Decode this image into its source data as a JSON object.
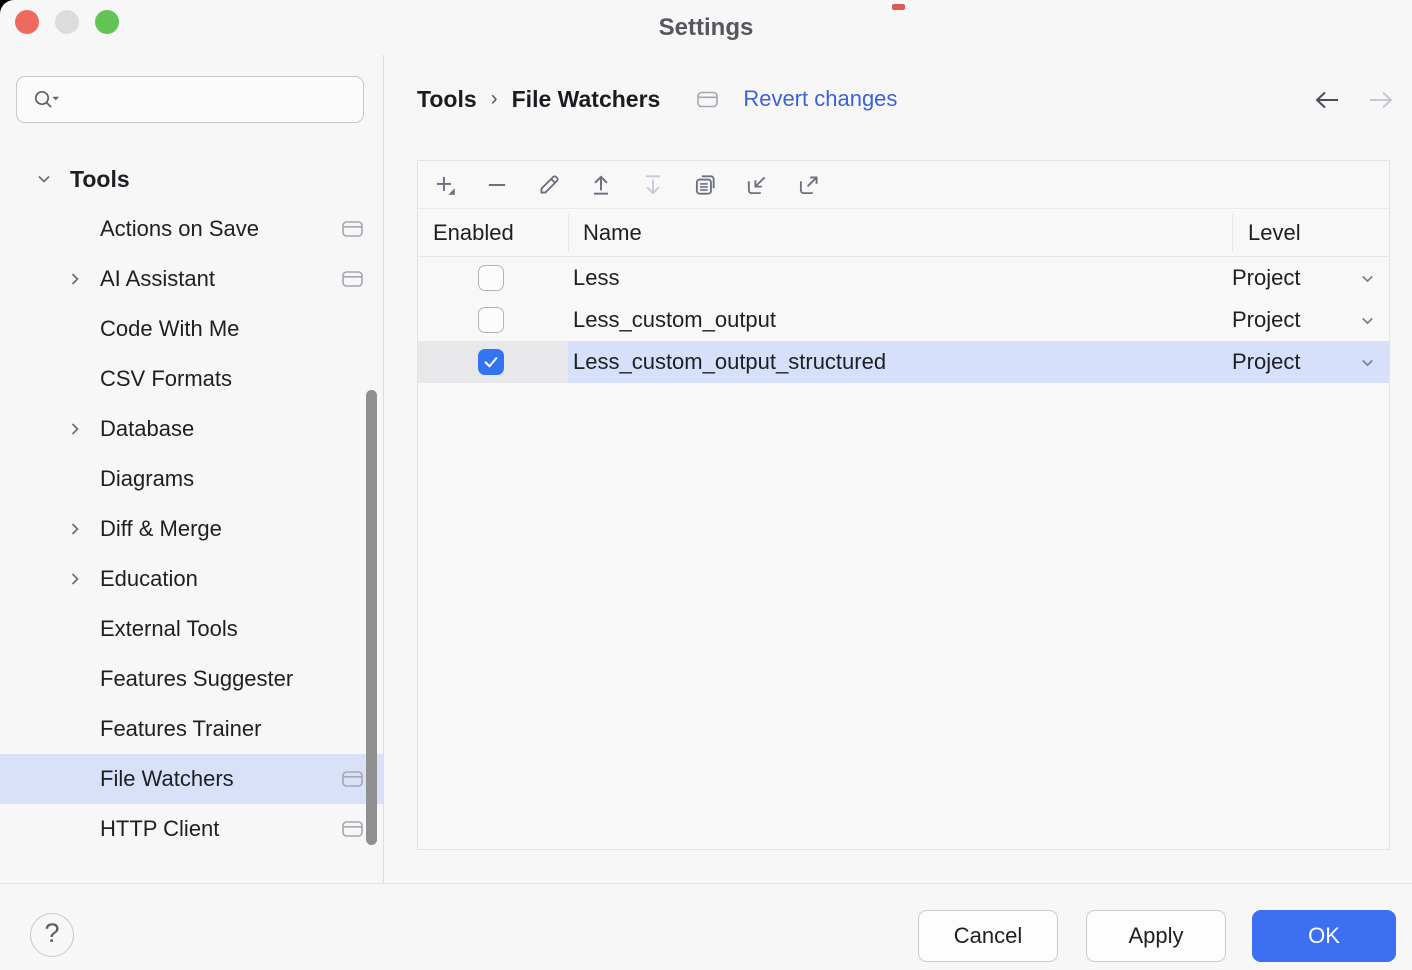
{
  "window": {
    "title": "Settings"
  },
  "sidebar": {
    "search": {
      "placeholder": ""
    },
    "items": [
      {
        "label": "Tools",
        "type": "root",
        "chevron": "down"
      },
      {
        "label": "Actions on Save",
        "badge": true
      },
      {
        "label": "AI Assistant",
        "chevron": "right",
        "badge": true
      },
      {
        "label": "Code With Me"
      },
      {
        "label": "CSV Formats"
      },
      {
        "label": "Database",
        "chevron": "right"
      },
      {
        "label": "Diagrams"
      },
      {
        "label": "Diff & Merge",
        "chevron": "right"
      },
      {
        "label": "Education",
        "chevron": "right"
      },
      {
        "label": "External Tools"
      },
      {
        "label": "Features Suggester"
      },
      {
        "label": "Features Trainer"
      },
      {
        "label": "File Watchers",
        "selected": true,
        "badge": true
      },
      {
        "label": "HTTP Client",
        "badge": true
      }
    ]
  },
  "header": {
    "breadcrumb": [
      "Tools",
      "File Watchers"
    ],
    "separator": "›",
    "revert_label": "Revert changes"
  },
  "toolbar": {
    "icons": [
      "add",
      "remove",
      "edit",
      "move-up",
      "move-down",
      "duplicate",
      "import",
      "export"
    ],
    "disabled": [
      "move-down"
    ]
  },
  "table": {
    "columns": [
      "Enabled",
      "Name",
      "Level"
    ],
    "rows": [
      {
        "enabled": false,
        "name": "Less",
        "level": "Project"
      },
      {
        "enabled": false,
        "name": "Less_custom_output",
        "level": "Project"
      },
      {
        "enabled": true,
        "name": "Less_custom_output_structured",
        "level": "Project",
        "selected": true
      }
    ]
  },
  "footer": {
    "help": "?",
    "cancel": "Cancel",
    "apply": "Apply",
    "ok": "OK"
  },
  "colors": {
    "accent": "#3574f0",
    "link": "#3c63d6",
    "row_selection": "#d6e0fa",
    "sidebar_selection": "#d9e1f8",
    "ok_button": "#3d6ff2"
  }
}
